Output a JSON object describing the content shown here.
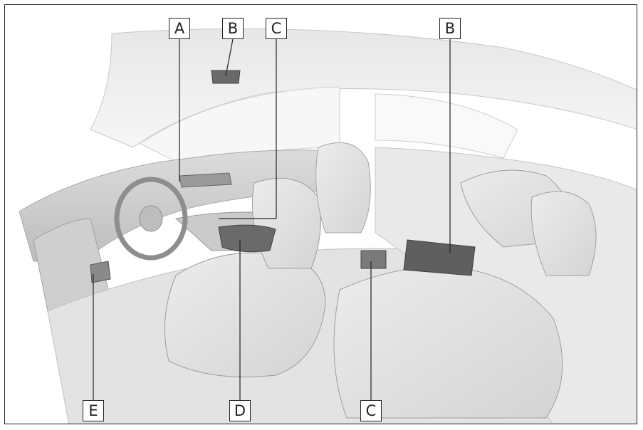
{
  "callouts": {
    "top_a": "A",
    "top_b": "B",
    "top_c": "C",
    "right_b": "B",
    "bottom_e": "E",
    "bottom_d": "D",
    "bottom_c": "C"
  }
}
